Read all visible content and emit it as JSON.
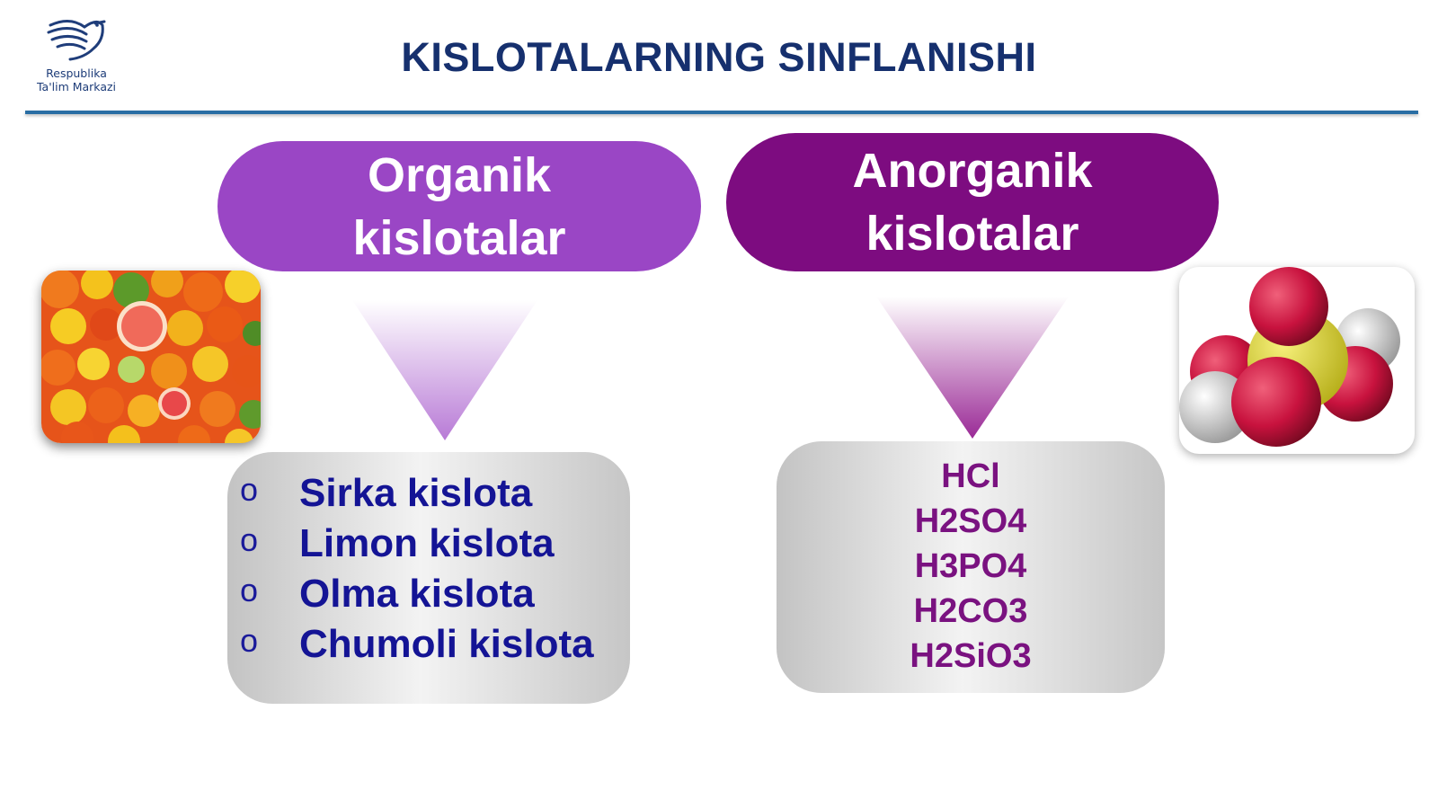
{
  "header": {
    "logo_line1": "Respublika",
    "logo_line2": "Ta'lim Markazi",
    "title": "KISLOTALARNING SINFLANISHI"
  },
  "organic": {
    "heading_line1": "Organik",
    "heading_line2": "kislotalar",
    "bullet": "o",
    "items": [
      "Sirka kislota",
      "Limon kislota",
      "Olma kislota",
      "Chumoli kislota"
    ]
  },
  "inorganic": {
    "heading_line1": "Anorganik",
    "heading_line2": "kislotalar",
    "formulas": [
      "HCl",
      "H2SO4",
      "H3PO4",
      "H2CO3",
      "H2SiO3"
    ]
  },
  "colors": {
    "title": "#16306e",
    "rule": "#2a6ea4",
    "organic_pill": "#9a46c5",
    "inorganic_pill": "#7d0c80",
    "organic_text": "#141495",
    "inorganic_text": "#7a1280"
  },
  "images": {
    "left": "citrus-fruits-photo",
    "right": "sulfuric-acid-molecule-model"
  }
}
